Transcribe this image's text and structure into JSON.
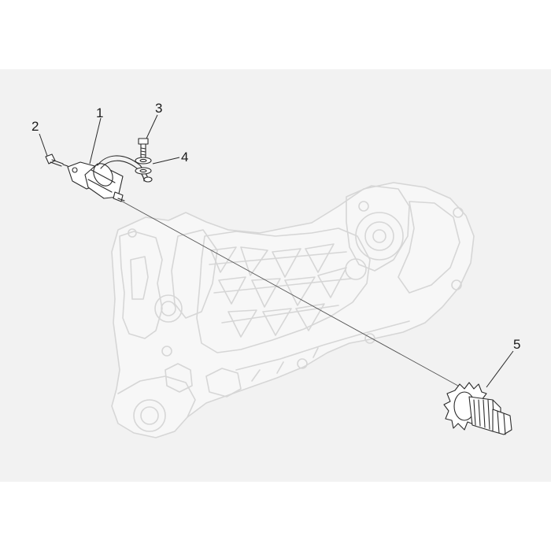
{
  "callouts": [
    {
      "id": "1",
      "label": "1"
    },
    {
      "id": "2",
      "label": "2"
    },
    {
      "id": "3",
      "label": "3"
    },
    {
      "id": "4",
      "label": "4"
    },
    {
      "id": "5",
      "label": "5"
    }
  ],
  "colors": {
    "background": "#ffffff",
    "panel": "#f2f2f2",
    "ghost_outline": "#d6d6d6",
    "part_outline": "#2a2a2a"
  },
  "icons": {
    "starter_motor": "starter-motor-icon",
    "bolt": "bolt-icon",
    "screw": "screw-icon",
    "washer": "washer-icon",
    "starter_gear": "starter-gear-icon",
    "crankcase": "crankcase-ghost-icon"
  }
}
